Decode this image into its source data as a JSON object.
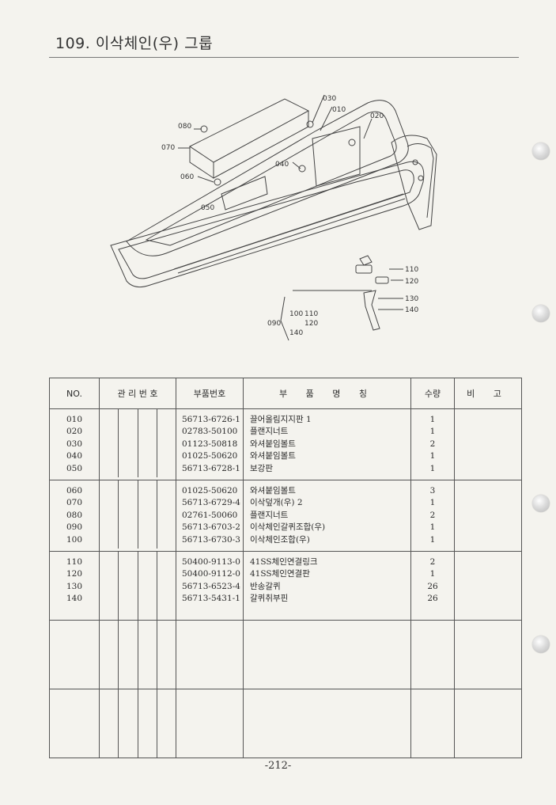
{
  "title": "109. 이삭체인(우) 그룹",
  "diagram_labels": {
    "l010": "010",
    "l020": "020",
    "l030": "030",
    "l040": "040",
    "l050": "050",
    "l060": "060",
    "l070": "070",
    "l080": "080",
    "l090": "090",
    "l100": "100",
    "l110": "110",
    "l120": "120",
    "l130": "130",
    "l140": "140"
  },
  "table": {
    "headers": {
      "no": "NO.",
      "control": "관 리 번 호",
      "part_no": "부품번호",
      "part_name": "부 품 명 칭",
      "qty": "수량",
      "remark": "비 고"
    },
    "groups": [
      {
        "rows": [
          {
            "no": "010",
            "part_no": "56713-6726-1",
            "name": "끌어올림지지판 1",
            "qty": "1"
          },
          {
            "no": "020",
            "part_no": "02783-50100",
            "name": "플랜지너트",
            "qty": "1"
          },
          {
            "no": "030",
            "part_no": "01123-50818",
            "name": "와셔붙임볼트",
            "qty": "2"
          },
          {
            "no": "040",
            "part_no": "01025-50620",
            "name": "와셔붙임볼트",
            "qty": "1"
          },
          {
            "no": "050",
            "part_no": "56713-6728-1",
            "name": "보강판",
            "qty": "1"
          }
        ]
      },
      {
        "rows": [
          {
            "no": "060",
            "part_no": "01025-50620",
            "name": "와셔붙임볼트",
            "qty": "3"
          },
          {
            "no": "070",
            "part_no": "56713-6729-4",
            "name": "이삭덮개(우) 2",
            "qty": "1"
          },
          {
            "no": "080",
            "part_no": "02761-50060",
            "name": "플랜지너트",
            "qty": "2"
          },
          {
            "no": "090",
            "part_no": "56713-6703-2",
            "name": "이삭체인갈퀴조합(우)",
            "qty": "1"
          },
          {
            "no": "100",
            "part_no": "56713-6730-3",
            "name": "이삭체인조합(우)",
            "qty": "1"
          }
        ]
      },
      {
        "rows": [
          {
            "no": "110",
            "part_no": "50400-9113-0",
            "name": "41SS체인연결링크",
            "qty": "2"
          },
          {
            "no": "120",
            "part_no": "50400-9112-0",
            "name": "41SS체인연결판",
            "qty": "1"
          },
          {
            "no": "130",
            "part_no": "56713-6523-4",
            "name": "반송갈퀴",
            "qty": "26"
          },
          {
            "no": "140",
            "part_no": "56713-5431-1",
            "name": "갈퀴취부핀",
            "qty": "26"
          }
        ]
      }
    ]
  },
  "page_number": "-212-"
}
